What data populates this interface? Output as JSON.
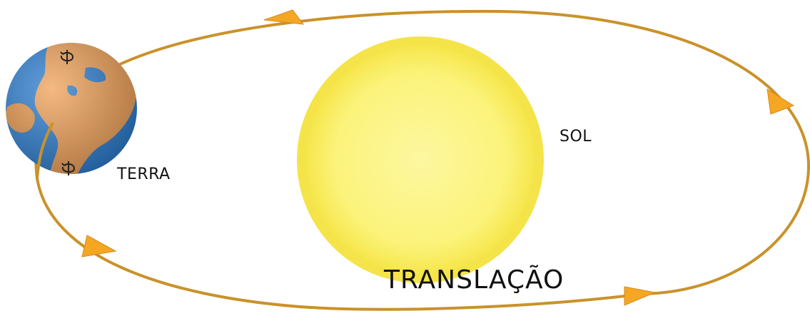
{
  "labels": {
    "earth": "TERRA",
    "sun": "SOL",
    "motion": "TRANSLAÇÃO"
  },
  "colors": {
    "orbit": "#c9922a",
    "arrow": "#f5a623",
    "sun_outer": "#f7ea5a",
    "sun_inner": "#fcf58e",
    "ocean": "#2f7fd0",
    "land": "#f0a25a"
  },
  "icons": {
    "rotation_top": "rotation-arrow-icon",
    "rotation_bottom": "rotation-arrow-icon",
    "planet": "earth-globe-icon"
  }
}
